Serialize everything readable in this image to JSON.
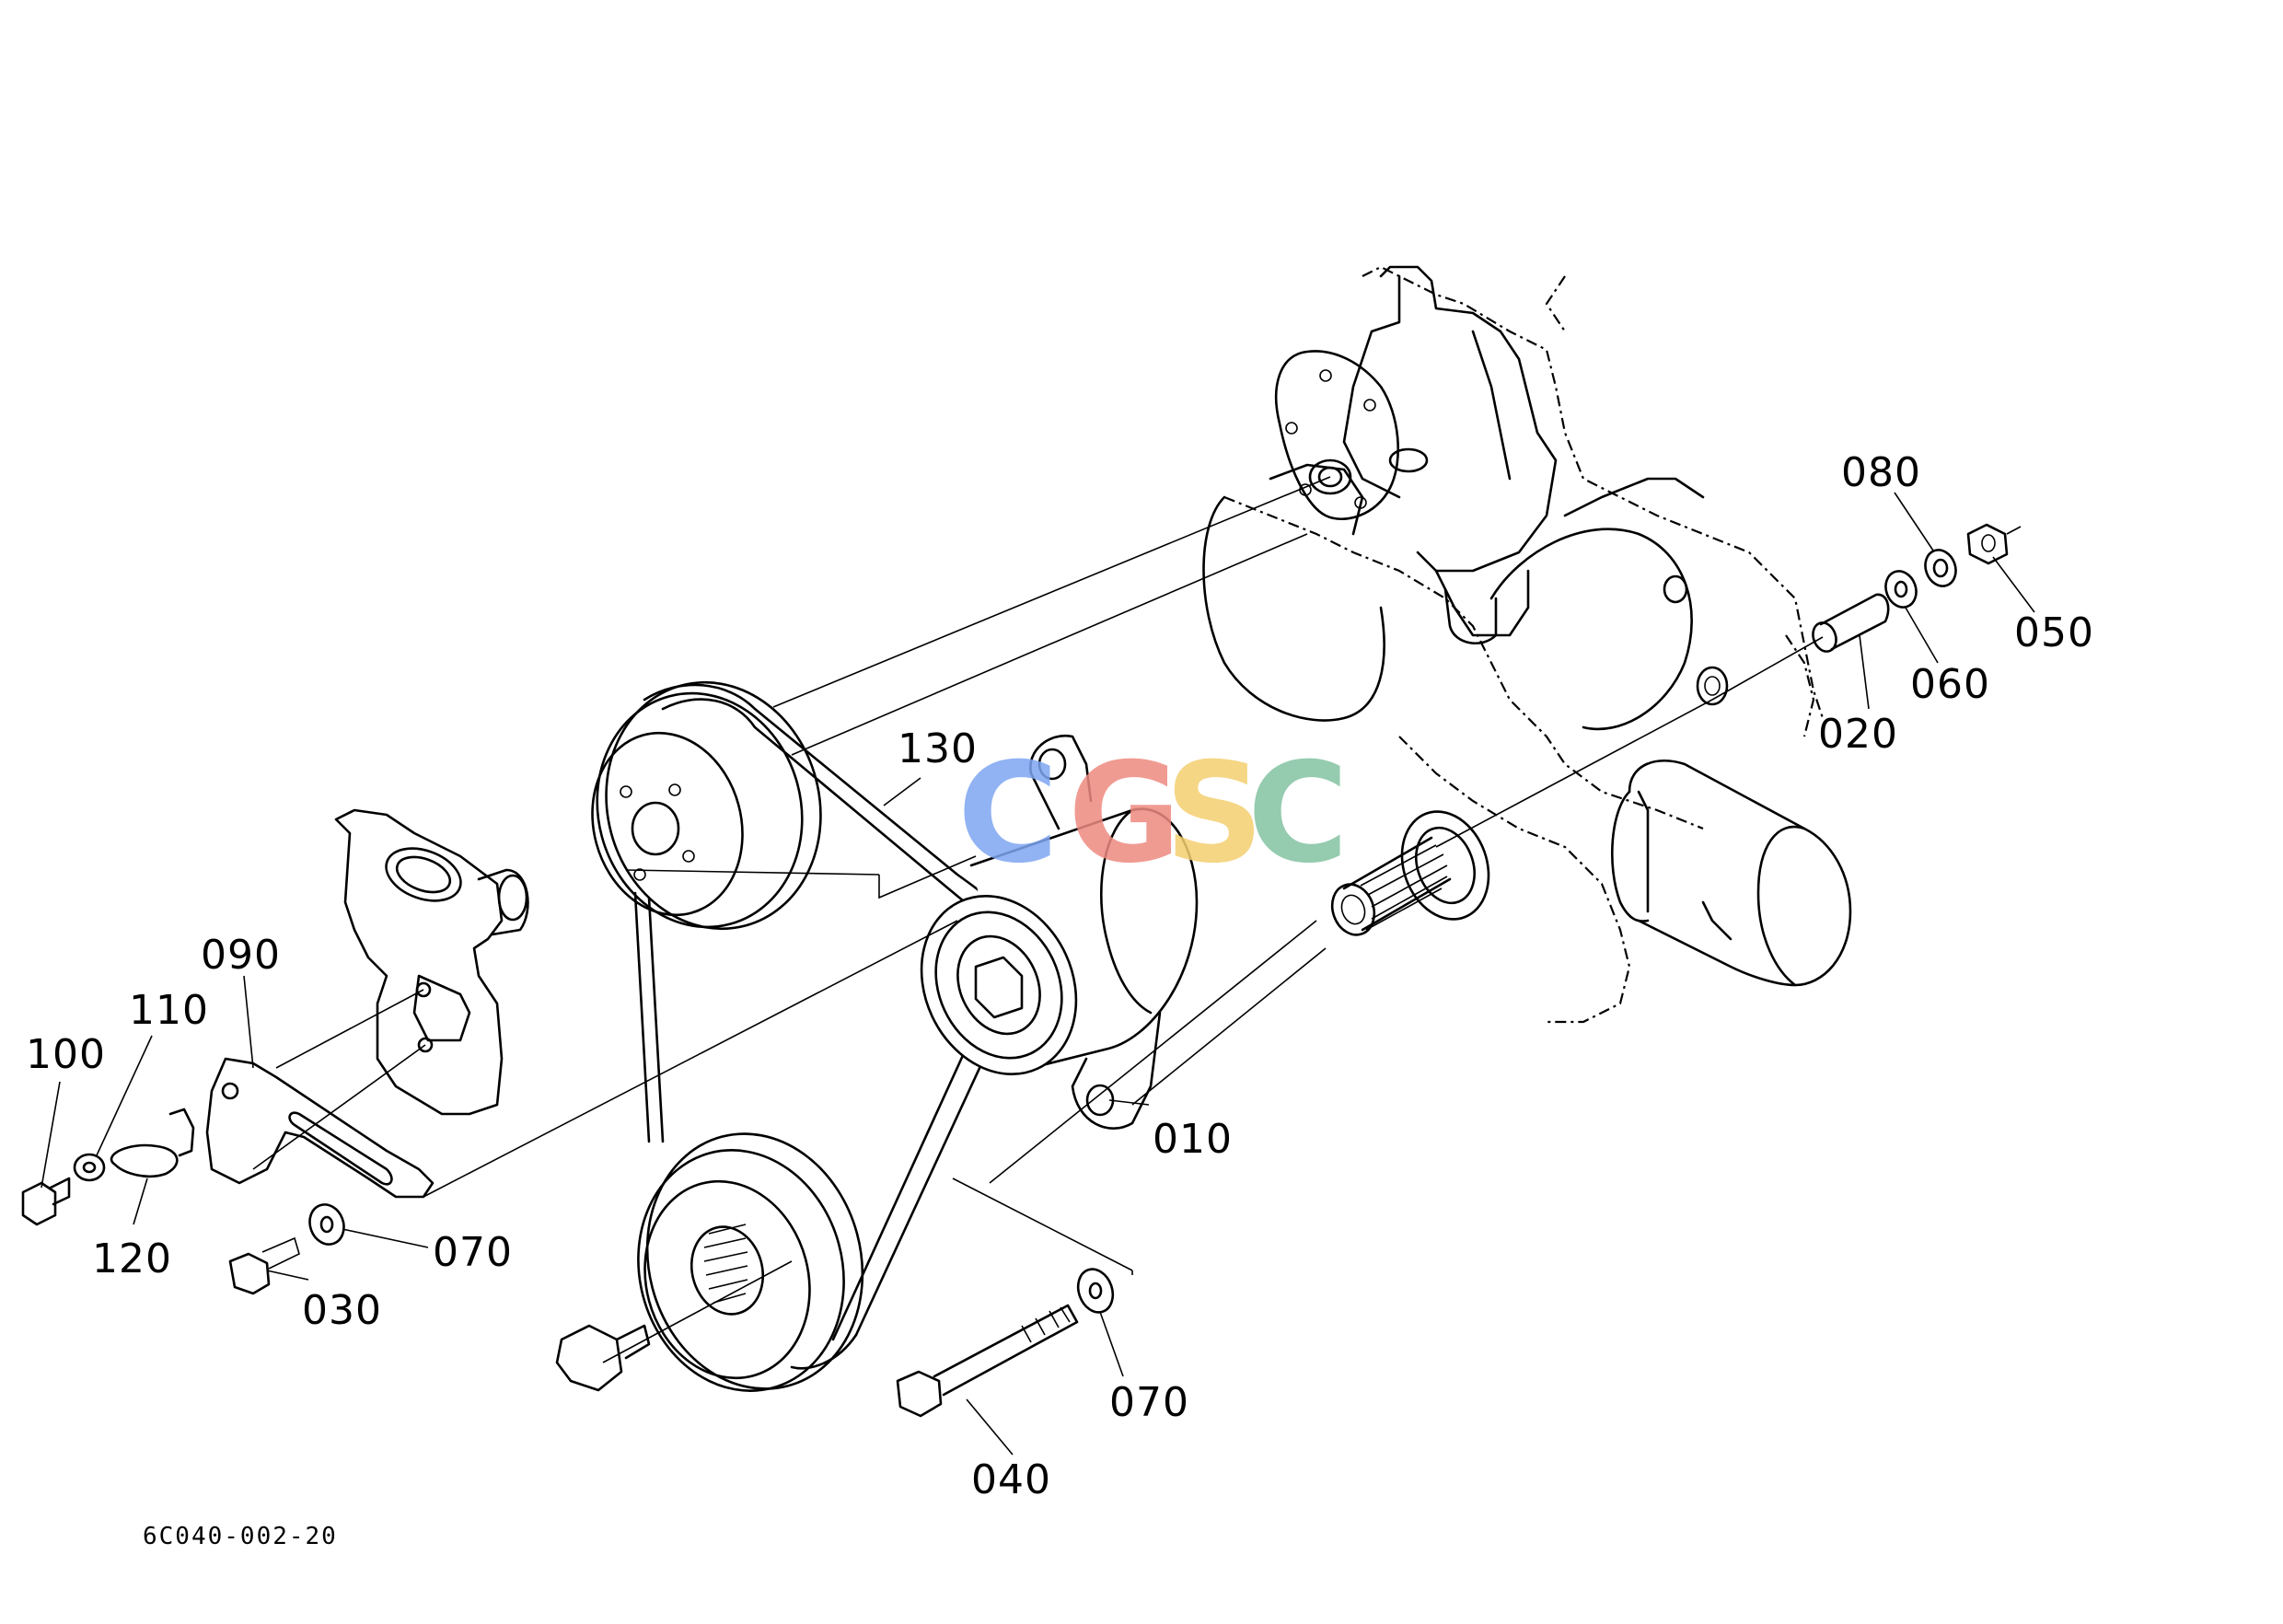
{
  "diagram": {
    "figure_id": "6C040-002-20",
    "watermark": {
      "letters": [
        "C",
        "G",
        "S",
        "C"
      ],
      "colors": [
        "#7ea6f2",
        "#ee8a80",
        "#f4d070",
        "#83c3a2"
      ]
    },
    "callouts": [
      {
        "id": "010",
        "label": "010"
      },
      {
        "id": "020",
        "label": "020"
      },
      {
        "id": "030",
        "label": "030"
      },
      {
        "id": "040",
        "label": "040"
      },
      {
        "id": "050",
        "label": "050"
      },
      {
        "id": "060",
        "label": "060"
      },
      {
        "id": "070a",
        "label": "070"
      },
      {
        "id": "070b",
        "label": "070"
      },
      {
        "id": "080",
        "label": "080"
      },
      {
        "id": "090",
        "label": "090"
      },
      {
        "id": "100",
        "label": "100"
      },
      {
        "id": "110",
        "label": "110"
      },
      {
        "id": "120",
        "label": "120"
      },
      {
        "id": "130",
        "label": "130"
      }
    ]
  }
}
